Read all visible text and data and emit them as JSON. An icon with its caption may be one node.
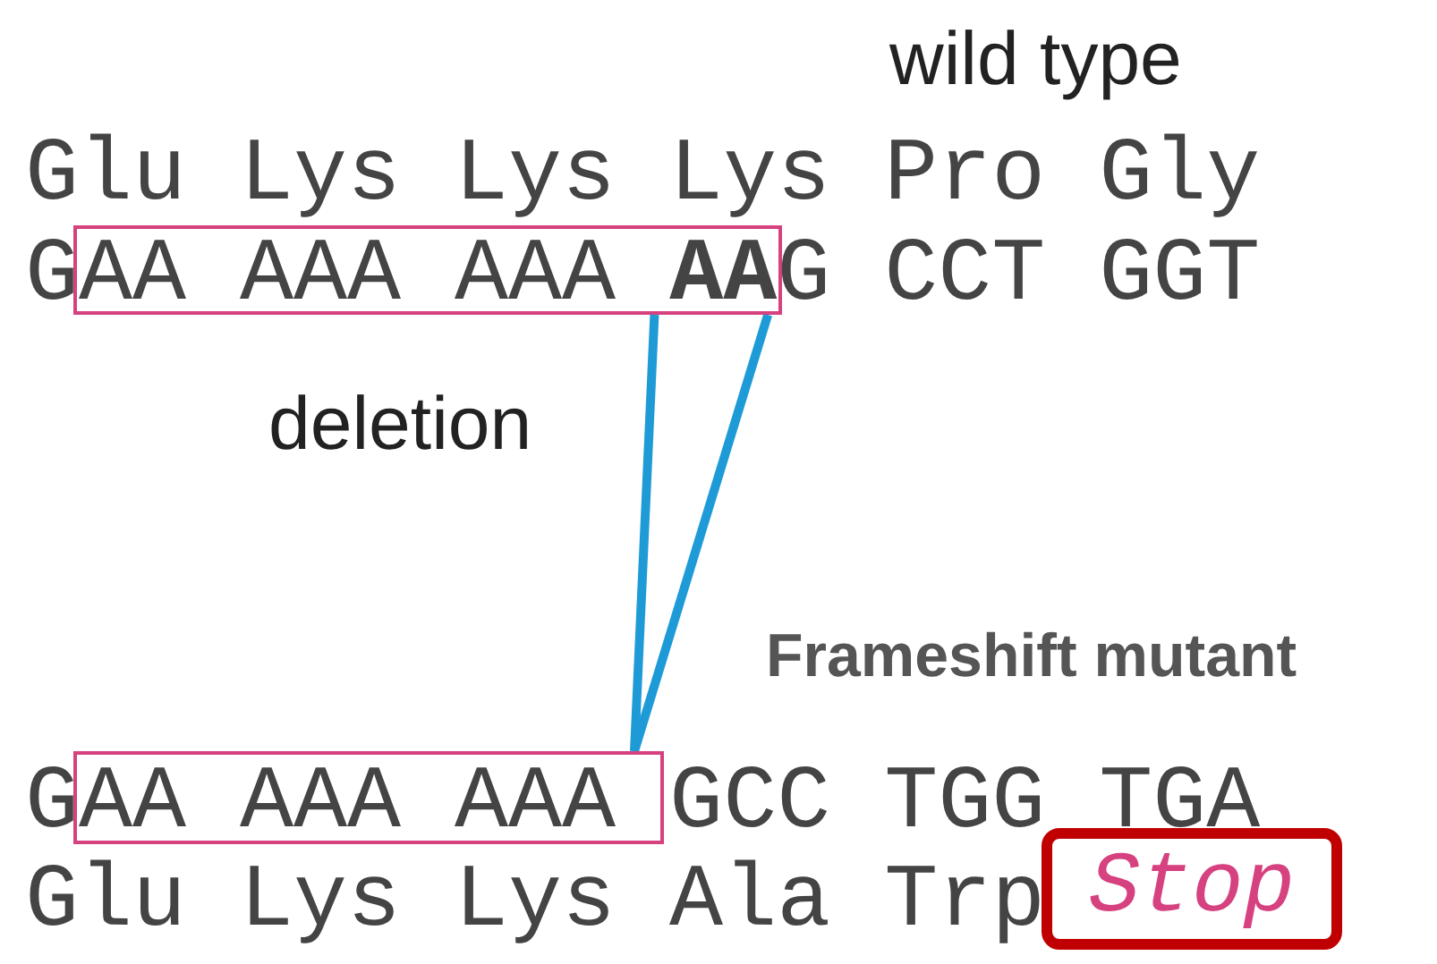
{
  "diagram": {
    "nodes": [
      {
        "text": [],
        "shape": "box"
      },
      {
        "text": [],
        "shape": "box"
      },
      {
        "text": [
          "Stop"
        ]
      }
    ],
    "edges": [
      {
        "from": 0,
        "to": 1,
        "arrow": "none"
      },
      {
        "from": 0,
        "to": 1,
        "arrow": "none"
      }
    ],
    "labels": [
      "wild type",
      "Glu Lys Lys Lys Pro Gly",
      "GAA AAA AAA **AA**G CCT GGT",
      "deletion",
      "Frameshift mutant",
      "GAA AAA AAA GCC TGG TGA",
      "Glu Lys Lys Ala Trp"
    ]
  }
}
